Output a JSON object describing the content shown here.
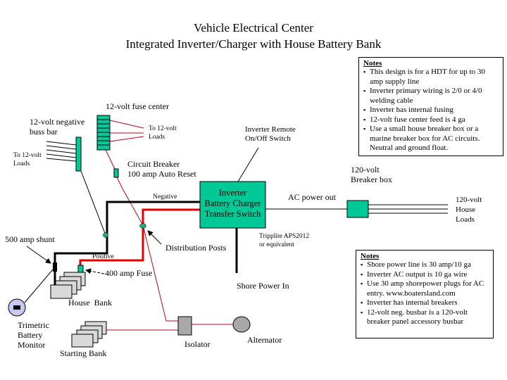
{
  "title": {
    "line1": "Vehicle Electrical Center",
    "line2": "Integrated Inverter/Charger with House Battery Bank"
  },
  "colors": {
    "component_green": "#00c896",
    "positive_wire": "#e00000",
    "thin_red_wire": "#c0001c",
    "negative_wire": "#000000",
    "battery_fill": "#d9d9d9",
    "isolator_fill": "#a8a8a8",
    "monitor_fill": "#c8c8f0"
  },
  "components": {
    "fuse_center": "12-volt fuse center",
    "neg_buss_bar": [
      "12-volt negative",
      "buss bar"
    ],
    "loads_right": [
      "To 12-volt",
      "Loads"
    ],
    "loads_left": [
      "To 12-volt",
      "Loads"
    ],
    "circuit_breaker": [
      "Circuit Breaker",
      "100 amp Auto Reset"
    ],
    "inverter_remote": [
      "Inverter Remote",
      "On/Off Switch"
    ],
    "inverter_box": [
      "Inverter",
      "Battery Charger",
      "Transfer Switch"
    ],
    "tripplite": [
      "Tripplite APS2012",
      "or equivalent"
    ],
    "ac_power_out": "AC power out",
    "breaker_box_120": [
      "120-volt",
      "Breaker box"
    ],
    "house_loads_120": [
      "120-volt",
      "House",
      "Loads"
    ],
    "negative": "Negative",
    "positive": "Positive",
    "shunt": "500 amp shunt",
    "distribution_posts": "Distribution Posts",
    "fuse_400": "400 amp Fuse",
    "house_bank": "House  Bank",
    "shore_power": "Shore Power In",
    "trimetric": [
      "Trimetric",
      "Battery",
      "Monitor"
    ],
    "starting_bank": "Starting Bank",
    "isolator": "Isolator",
    "alternator": "Alternator"
  },
  "notes_top": {
    "heading": "Notes",
    "items": [
      "This design is for a HDT for  up to 30 amp supply line",
      "Inverter primary wiring is 2/0 or 4/0   welding cable",
      "Inverter has internal fusing",
      "12-volt fuse center feed is 4 ga",
      "Use a small house breaker box or a marine breaker box for AC circuits. Neutral and ground float."
    ]
  },
  "notes_bottom": {
    "heading": "Notes",
    "items": [
      "Shore power line is 30 amp/10 ga",
      "Inverter AC output is 10 ga wire",
      "Use 30 amp shorepower plugs for AC entry. www.boatersland.com",
      "Inverter has internal breakers",
      "12-volt neg. busbar is a 120-volt breaker panel accessory busbar"
    ]
  }
}
